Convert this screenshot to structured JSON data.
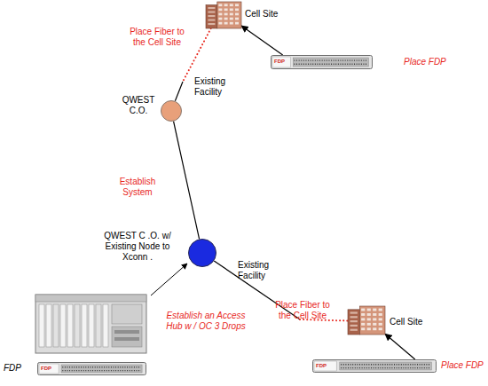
{
  "diagram": {
    "nodes": [
      {
        "text": [
          "Cell Site"
        ]
      },
      {
        "text": [
          "FDP"
        ]
      },
      {
        "text": [
          "QWEST C.O."
        ]
      },
      {
        "text": [
          "QWEST C .O. w/ Existing Node to Xconn ."
        ]
      },
      {
        "text": [
          "Cell Site"
        ]
      },
      {
        "text": [
          "FDP",
          "FDP"
        ]
      },
      {
        "text": [
          "FDP"
        ]
      }
    ],
    "edges": [
      {
        "from": 0,
        "to": 2,
        "arrow": "none"
      },
      {
        "from": 2,
        "to": 3,
        "label": "Establish System",
        "arrow": "none"
      },
      {
        "from": 3,
        "to": 4,
        "arrow": "none"
      },
      {
        "from": 1,
        "to": 0,
        "arrow": "to"
      },
      {
        "from": 6,
        "to": 4,
        "arrow": "to"
      }
    ],
    "labels": [
      "Place Fiber to the Cell Site",
      "Place FDP",
      "Existing Facility",
      "Existing Facility",
      "Place Fiber to the Cell Site",
      "Establish an Access Hub w / OC 3 Drops",
      "Place FDP"
    ]
  }
}
